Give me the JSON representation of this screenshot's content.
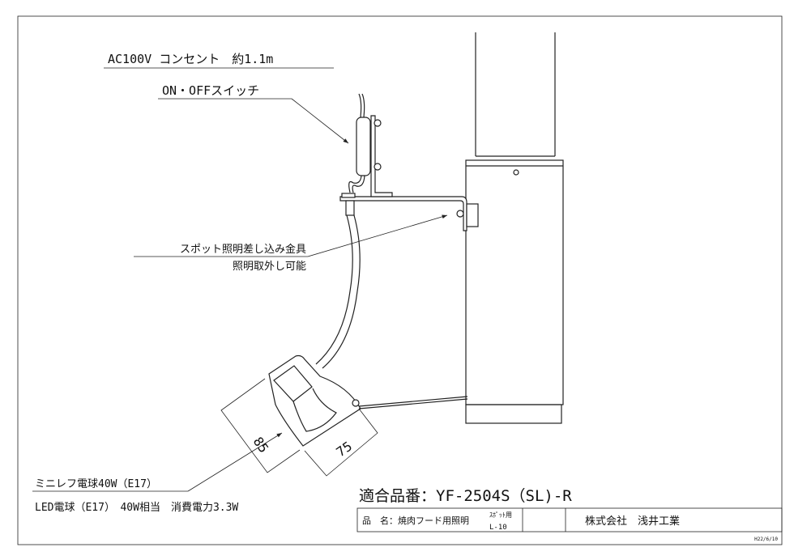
{
  "labels": {
    "power_cord": "AC100V コンセント　約1.1m",
    "switch": "ON・OFFスイッチ",
    "bracket_line1": "スポット照明差し込み金具",
    "bracket_line2": "照明取外し可能",
    "bulb": "ミニレフ電球40W（E17）",
    "led_note": "LED電球（E17）　40W相当　消費電力3.3W",
    "dim_85": "85",
    "dim_75": "75"
  },
  "title_block": {
    "model": "適合品番：YF-2504S（SL)-R",
    "product_name": "品　名：焼肉フード用照明",
    "type_line1": "ｽﾎﾟｯﾄ用",
    "type_line2": "L-10",
    "company": "株式会社　浅井工業",
    "date": "H22/6/10"
  }
}
